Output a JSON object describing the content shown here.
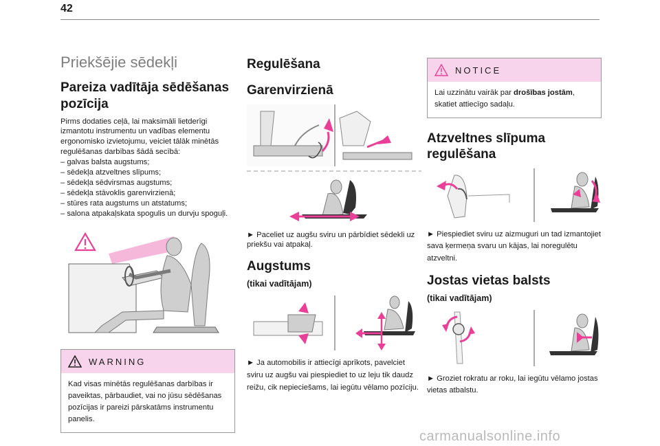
{
  "page_number": "42",
  "col1": {
    "section_title": "Priekšējie sēdekļi",
    "heading": "Pareiza vadītāja sēdēšanas pozīcija",
    "intro": "Pirms dodaties ceļā, lai maksimāli lietderīgi izmantotu instrumentu un vadības elementu ergonomisko izvietojumu, veiciet tālāk minētās regulēšanas darbības šādā secībā:",
    "list": [
      "– galvas balsta augstums;",
      "– sēdekļa atzveltnes slīpums;",
      "– sēdekļa sēdvirsmas augstums;",
      "– sēdekļa stāvoklis garenvirzienā;",
      "– stūres rata augstums un atstatums;",
      "– salona atpakaļskata spogulis un durvju spoguļi."
    ],
    "warning_label": "WARNING",
    "warning_text": "Kad visas minētās regulēšanas darbības ir paveiktas, pārbaudiet, vai no jūsu sēdēšanas pozīcijas ir pareizi pārskatāms instrumentu panelis."
  },
  "col2": {
    "heading_main": "Regulēšana",
    "heading_sub": "Garenvirzienā",
    "garen_text": "► Paceliet uz augšu sviru un pārbīdiet sēdekli uz priekšu vai atpakaļ.",
    "augstums_heading": "Augstums",
    "augstums_note": "(tikai vadītājam)",
    "augstums_text": "► Ja automobilis ir attiecīgi aprīkots, pavelciet sviru uz augšu vai piespiediet to uz leju tik daudz reižu, cik nepieciešams, lai iegūtu vēlamo pozīciju."
  },
  "col3": {
    "notice_label": "NOTICE",
    "notice_text_before": "Lai uzzinātu vairāk par ",
    "notice_bold": "drošības jostām",
    "notice_text_after": ", skatiet attiecīgo sadaļu.",
    "atzv_heading": "Atzveltnes slīpuma regulēšana",
    "atzv_text": "► Piespiediet sviru uz aizmuguri un tad izmantojiet sava ķermeņa svaru un kājas, lai noregulētu atzveltni.",
    "jostas_heading": "Jostas vietas balsts",
    "jostas_note": "(tikai vadītājam)",
    "jostas_text": "► Groziet rokratu ar roku, lai iegūtu vēlamo jostas vietas atbalstu."
  },
  "watermark": "carmanualsonline.info"
}
